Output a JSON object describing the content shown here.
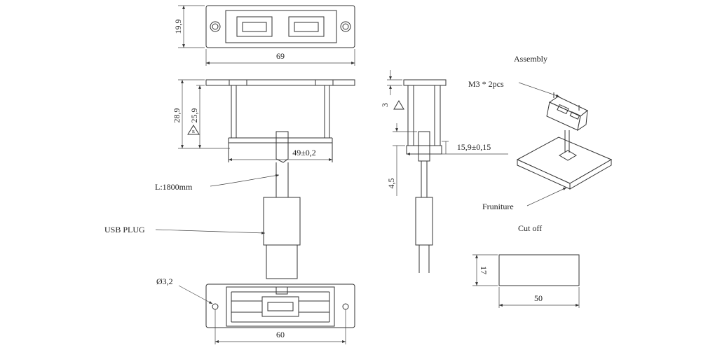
{
  "dimensions": {
    "top_width": "69",
    "top_height": "19,9",
    "front_height_outer": "28,9",
    "front_height_inner": "25,9",
    "front_inner_width": "49±0,2",
    "side_thickness": "3",
    "side_depth": "15,9±0,15",
    "side_plug": "4,5",
    "bottom_width": "60",
    "hole_diameter": "Ø3,2",
    "cutoff_width": "50",
    "cutoff_height": "17"
  },
  "labels": {
    "assembly": "Assembly",
    "screws": "M3 * 2pcs",
    "furniture": "Fruniture",
    "cutoff": "Cut off",
    "cable_length": "L:1800mm",
    "usb_plug": "USB PLUG"
  },
  "symbols": {
    "triangle_mark": "R"
  }
}
